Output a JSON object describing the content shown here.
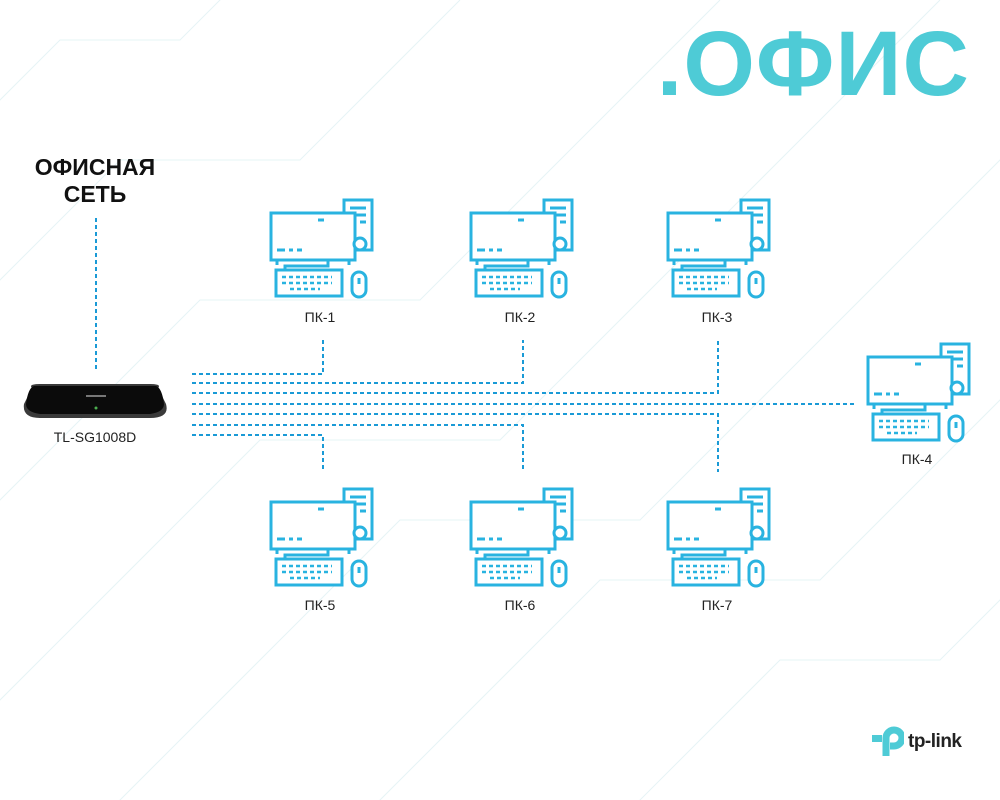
{
  "title": ".ОФИС",
  "network_title": [
    "ОФИСНАЯ",
    "СЕТЬ"
  ],
  "switch": {
    "model": "TL-SG1008D"
  },
  "computers": [
    {
      "label": "ПК-1"
    },
    {
      "label": "ПК-2"
    },
    {
      "label": "ПК-3"
    },
    {
      "label": "ПК-4"
    },
    {
      "label": "ПК-5"
    },
    {
      "label": "ПК-6"
    },
    {
      "label": "ПК-7"
    }
  ],
  "brand": {
    "name": "tp-link"
  },
  "colors": {
    "accent": "#4ecbd6",
    "icon": "#29b3e0",
    "line": "#1a9ad6"
  }
}
